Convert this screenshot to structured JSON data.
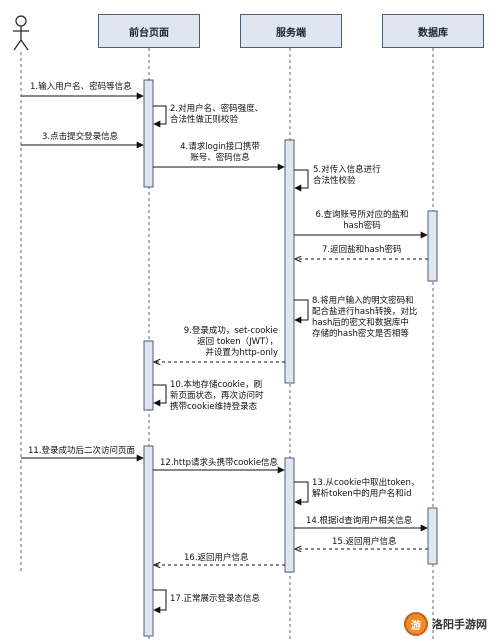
{
  "participants": {
    "actor": "",
    "frontend": "前台页面",
    "server": "服务端",
    "database": "数据库"
  },
  "messages": [
    {
      "id": 1,
      "text": "1.输入用户名、密码等信息"
    },
    {
      "id": 2,
      "text": "2.对用户名、密码强度、\n合法性做正则校验"
    },
    {
      "id": 3,
      "text": "3.点击提交登录信息"
    },
    {
      "id": 4,
      "text": "4.请求login接口携带\n账号、密码信息"
    },
    {
      "id": 5,
      "text": "5.对传入信息进行\n合法性校验"
    },
    {
      "id": 6,
      "text": "6.查询账号所对应的盐和\nhash密码"
    },
    {
      "id": 7,
      "text": "7.返回盐和hash密码"
    },
    {
      "id": 8,
      "text": "8.将用户输入的明文密码和\n配合盐进行hash转换，对比\nhash后的密文和数据库中\n存储的hash密文是否相等"
    },
    {
      "id": 9,
      "text": "9.登录成功，set-cookie\n返回 token（JWT），\n并设置为http-only"
    },
    {
      "id": 10,
      "text": "10.本地存储cookie，刷\n新页面状态，再次访问时\n携带cookie维持登录态"
    },
    {
      "id": 11,
      "text": "11.登录成功后二次访问页面"
    },
    {
      "id": 12,
      "text": "12.http请求头携带cookie信息"
    },
    {
      "id": 13,
      "text": "13.从cookie中取出token，\n解析token中的用户名和id"
    },
    {
      "id": 14,
      "text": "14.根据id查询用户相关信息"
    },
    {
      "id": 15,
      "text": "15.返回用户信息"
    },
    {
      "id": 16,
      "text": "16.返回用户信息"
    },
    {
      "id": 17,
      "text": "17.正常展示登录态信息"
    }
  ],
  "watermark": {
    "badge": "游",
    "text": "洛阳手游网"
  }
}
